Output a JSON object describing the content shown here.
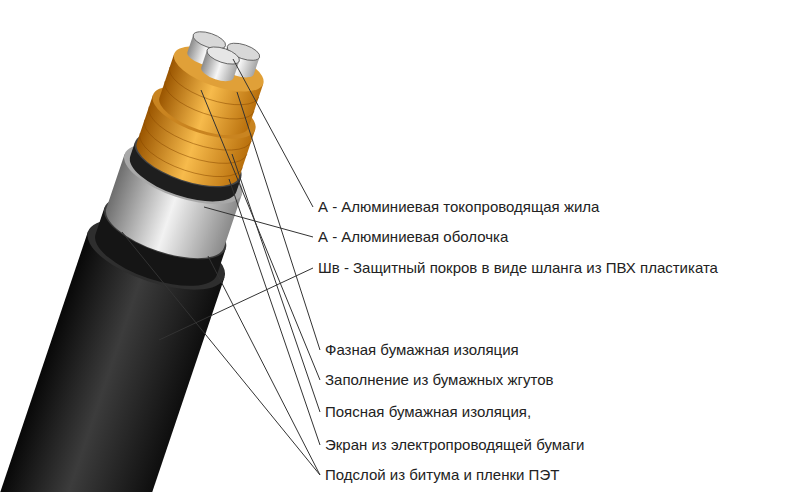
{
  "diagram": {
    "labels": [
      "А - Алюминиевая токопроводящая жила",
      "А - Алюминиевая оболочка",
      "Шв - Защитный покров в виде шланга из ПВХ пластиката",
      "Фазная бумажная изоляция",
      "Заполнение из бумажных жгутов",
      "Поясная бумажная изоляция,",
      "Экран из электропроводящей бумаги",
      "Подслой из битума и пленки ПЭТ"
    ]
  }
}
